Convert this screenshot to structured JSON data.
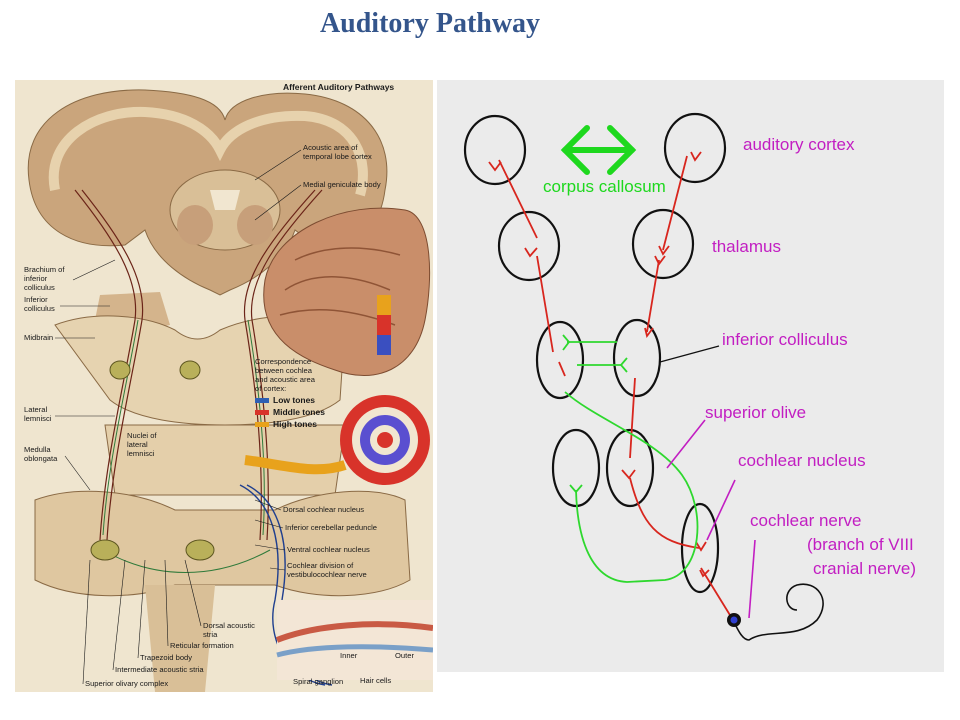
{
  "title": "Auditory Pathway",
  "illustration": {
    "heading": "Afferent Auditory Pathways",
    "labels": {
      "acoustic_area": [
        "Acoustic area of",
        "temporal lobe cortex"
      ],
      "medial_geniculate": "Medial geniculate body",
      "brachium": [
        "Brachium of",
        "inferior",
        "colliculus"
      ],
      "inferior_colliculus": [
        "Inferior",
        "colliculus"
      ],
      "midbrain": "Midbrain",
      "correspondence": [
        "Correspondence",
        "between cochlea",
        "and acoustic area",
        "of cortex:"
      ],
      "lateral_lemnisci": [
        "Lateral",
        "lemnisci"
      ],
      "nuclei_lateral_lemnisci": [
        "Nuclei of",
        "lateral",
        "lemnisci"
      ],
      "medulla": [
        "Medulla",
        "oblongata"
      ],
      "dorsal_cochlear": "Dorsal cochlear nucleus",
      "inferior_cerebellar": "Inferior cerebellar peduncle",
      "ventral_cochlear": "Ventral cochlear nucleus",
      "cochlear_division": [
        "Cochlear division of",
        "vestibulocochlear nerve"
      ],
      "dorsal_acoustic_stria": [
        "Dorsal acoustic",
        "stria"
      ],
      "reticular_formation": "Reticular formation",
      "trapezoid_body": "Trapezoid body",
      "intermediate_stria": "Intermediate acoustic stria",
      "superior_olivary": "Superior olivary complex",
      "spiral_ganglion": "Spiral ganglion",
      "inner": "Inner",
      "outer": "Outer",
      "hair_cells": "Hair cells"
    },
    "legend": [
      {
        "label": "Low tones",
        "color": "#2f5fb3"
      },
      {
        "label": "Middle tones",
        "color": "#d8332a"
      },
      {
        "label": "High tones",
        "color": "#e8a21c"
      }
    ]
  },
  "schematic": {
    "labels": {
      "auditory_cortex": "auditory cortex",
      "corpus_callosum": "corpus callosum",
      "thalamus": "thalamus",
      "inferior_colliculus": "inferior colliculus",
      "superior_olive": "superior olive",
      "cochlear_nucleus": "cochlear nucleus",
      "cochlear_nerve": "cochlear nerve",
      "branch_line1": "(branch of VIII",
      "branch_line2": "cranial nerve)"
    },
    "colors": {
      "red_path": "#d8261e",
      "green_path": "#2ed82e",
      "magenta_label": "#c21ec2",
      "arrow": "#1ed81e"
    }
  }
}
